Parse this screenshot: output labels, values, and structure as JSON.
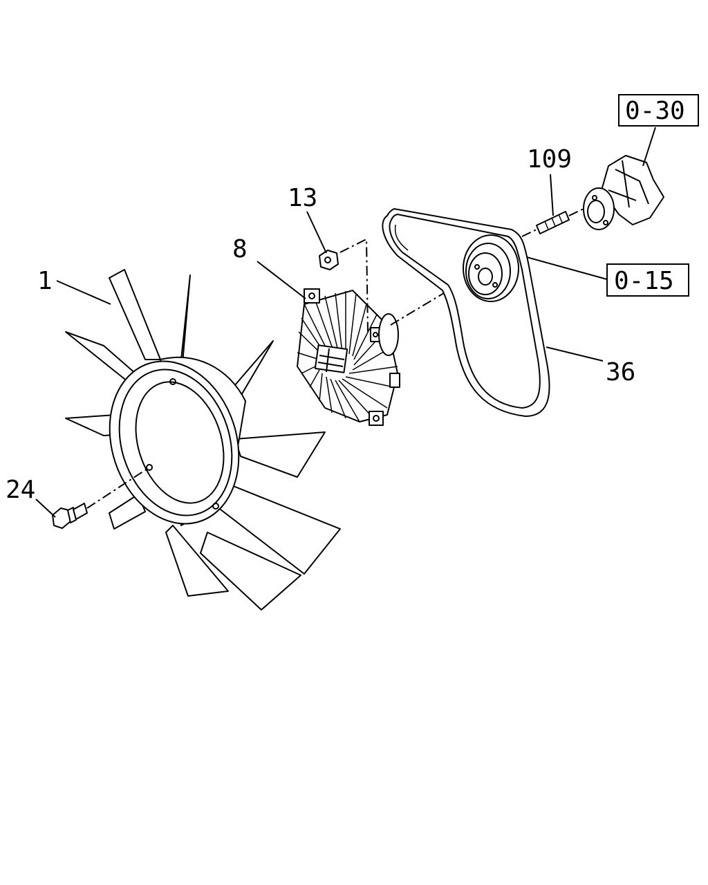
{
  "callouts": {
    "fan": "1",
    "bolt": "24",
    "clutch": "8",
    "nut": "13",
    "stud": "109",
    "belt": "36"
  },
  "references": {
    "water_pump": "0-30",
    "belt_section": "0-15"
  }
}
